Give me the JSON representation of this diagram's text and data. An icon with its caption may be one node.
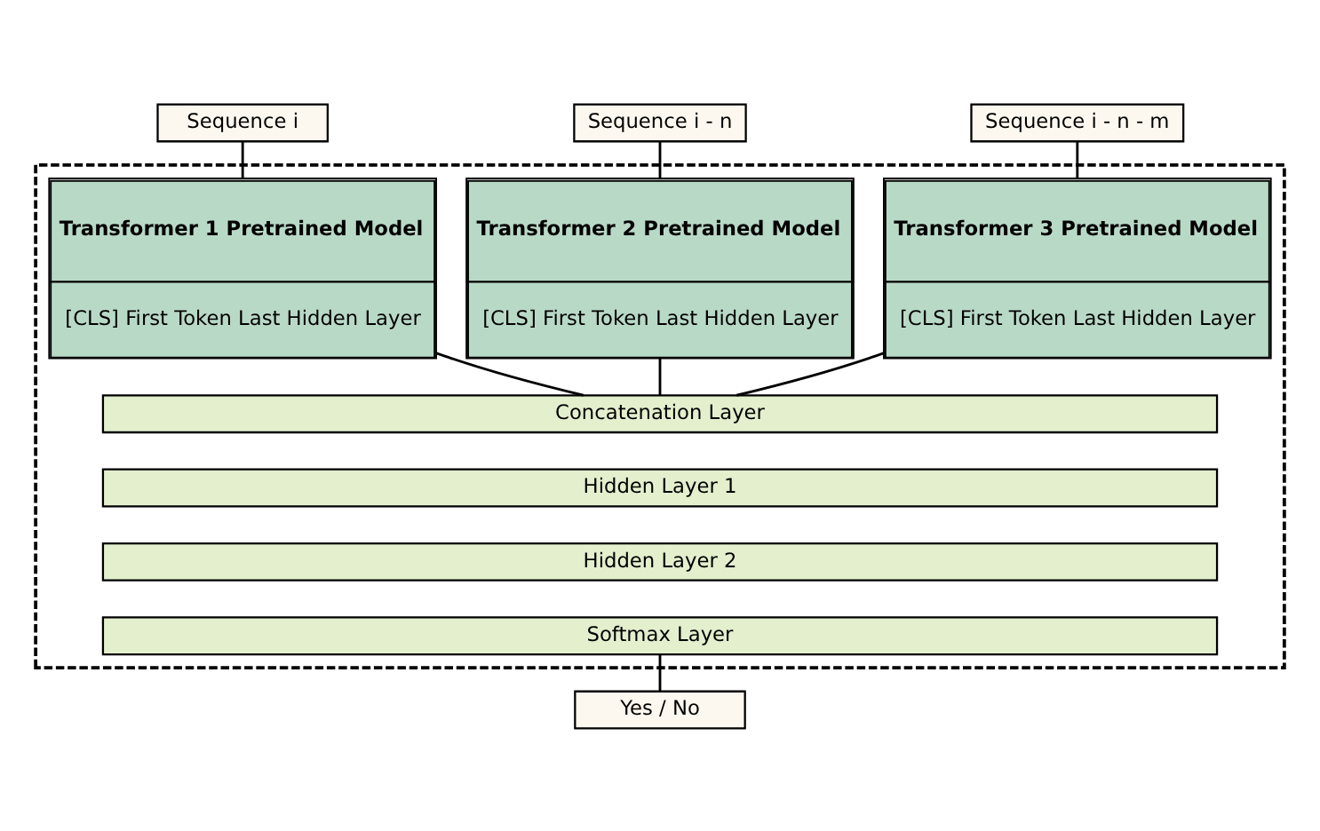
{
  "diagram": {
    "nodes": [
      {
        "text": [
          "Sequence i"
        ]
      },
      {
        "text": [
          "Sequence i - n"
        ]
      },
      {
        "text": [
          "Sequence i - n - m"
        ]
      },
      {
        "text": [],
        "shape": "box"
      },
      {
        "text": [
          "Transformer 1 Pretrained Model",
          "[CLS] First Token Last Hidden Layer"
        ],
        "in": 3
      },
      {
        "text": [
          "Transformer 2 Pretrained Model",
          "[CLS] First Token Last Hidden Layer"
        ],
        "in": 3
      },
      {
        "text": [
          "Transformer 3 Pretrained Model",
          "[CLS] First Token Last Hidden Layer"
        ],
        "in": 3
      },
      {
        "text": [
          "Concatenation Layer"
        ],
        "in": 3
      },
      {
        "text": [
          "Hidden Layer 1"
        ],
        "in": 3
      },
      {
        "text": [
          "Hidden Layer 2"
        ],
        "in": 3
      },
      {
        "text": [
          "Softmax Layer"
        ],
        "in": 3
      },
      {
        "text": [
          "Yes / No"
        ]
      }
    ],
    "edges": [
      {
        "from": 0,
        "to": 4,
        "arrow": "none"
      },
      {
        "from": 1,
        "to": 5,
        "arrow": "none"
      },
      {
        "from": 2,
        "to": 6,
        "arrow": "none"
      },
      {
        "from": 4,
        "to": 7,
        "arrow": "none"
      },
      {
        "from": 5,
        "to": 7,
        "arrow": "none"
      },
      {
        "from": 6,
        "to": 7,
        "arrow": "none"
      },
      {
        "from": 10,
        "to": 11,
        "arrow": "none"
      }
    ]
  }
}
